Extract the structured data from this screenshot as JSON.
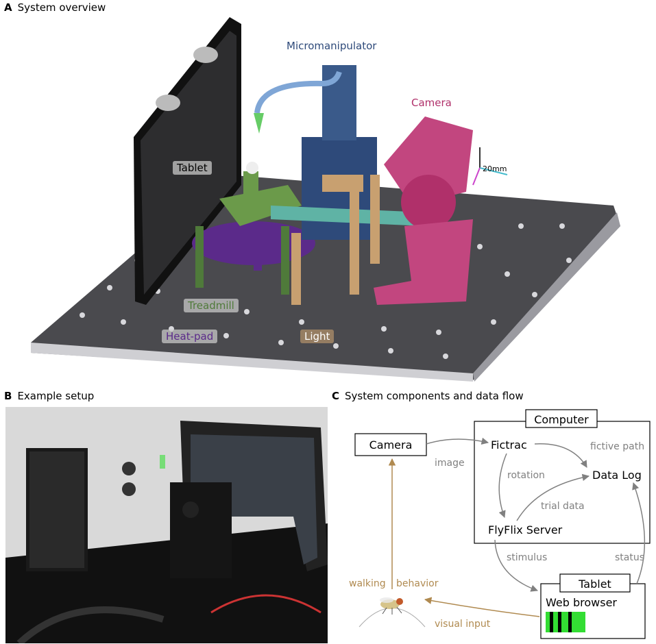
{
  "panels": {
    "a": {
      "letter": "A",
      "title": "System overview"
    },
    "b": {
      "letter": "B",
      "title": "Example setup"
    },
    "c": {
      "letter": "C",
      "title": "System components and data flow"
    }
  },
  "overview_labels": {
    "micromanipulator": "Micromanipulator",
    "camera": "Camera",
    "tablet": "Tablet",
    "treadmill": "Treadmill",
    "heatpad": "Heat-pad",
    "light": "Light",
    "scale": "20mm"
  },
  "flow": {
    "computer": "Computer",
    "camera": "Camera",
    "fictrac": "Fictrac",
    "datalog": "Data Log",
    "server": "FlyFlix Server",
    "tablet": "Tablet",
    "browser": "Web browser",
    "edges": {
      "image": "image",
      "fictive_path": "fictive path",
      "rotation": "rotation",
      "trial_data": "trial data",
      "stimulus": "stimulus",
      "status": "status",
      "walking": "walking",
      "behavior": "behavior",
      "visual_input": "visual input"
    }
  },
  "colors": {
    "micromanipulator": "#2e4a7a",
    "camera": "#b0306a",
    "treadmill": "#4f7a3a",
    "heatpad": "#5b2a8a",
    "light": "#c8a070",
    "arrow_gray": "#808080",
    "arrow_brown": "#b08a50",
    "stimulus_green": "#33dd33"
  }
}
